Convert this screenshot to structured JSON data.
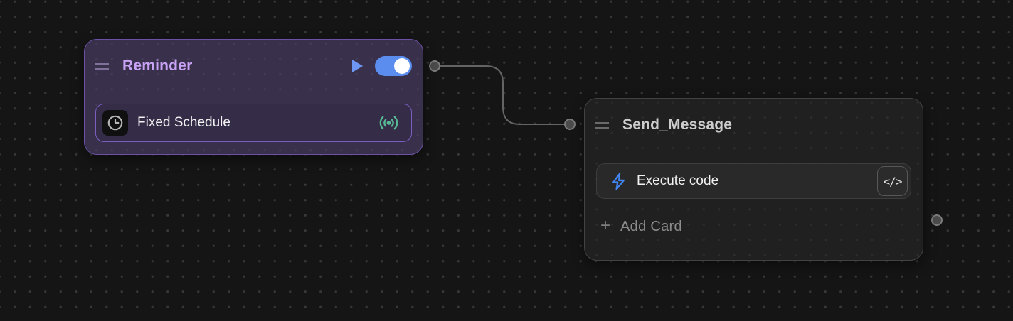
{
  "canvas": {
    "background": "#151515",
    "dot_color": "#373737",
    "wire_color": "#646464",
    "port_fill": "#4B4B4B",
    "port_stroke": "#7B7B7B"
  },
  "connection": {
    "from": "Reminder",
    "to": "Send_Message"
  },
  "reminder": {
    "title": "Reminder",
    "accent_color": "#C8A2F5",
    "border_color": "#6C51A6",
    "toggle": {
      "state": "on",
      "color": "#5B8DEE"
    },
    "card": {
      "label": "Fixed Schedule",
      "left_icon": "clock-icon",
      "right_icon": "broadcast-icon",
      "right_icon_color": "#57B894"
    }
  },
  "send_message": {
    "title": "Send_Message",
    "card": {
      "label": "Execute code",
      "left_icon": "lightning-icon",
      "left_icon_color": "#4285F4",
      "right_button": {
        "icon": "code-icon",
        "glyph": "</>"
      }
    },
    "add_card": {
      "plus_glyph": "+",
      "label": "Add Card"
    }
  }
}
